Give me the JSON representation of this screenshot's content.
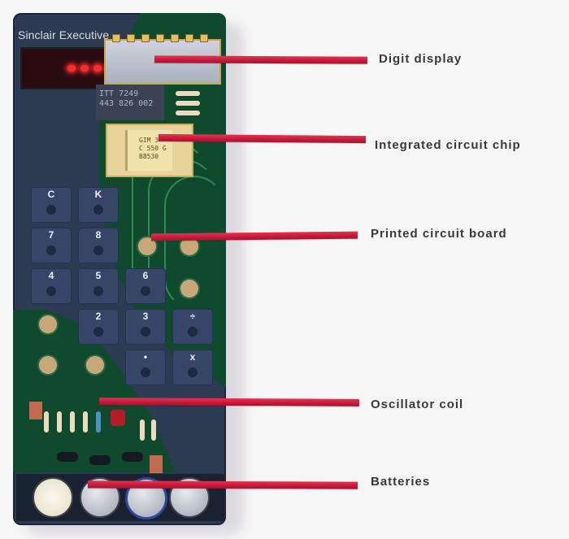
{
  "device": {
    "brand_label": "Sinclair Executive",
    "chip_dark_lines": [
      "ITT 7249",
      "443 826 002"
    ],
    "chip_gold_lines": [
      "GIM 3",
      "C 550 G",
      "B8530"
    ],
    "keys": [
      {
        "label": "C"
      },
      {
        "label": "K"
      },
      {
        "label": "7"
      },
      {
        "label": "8"
      },
      {
        "label": "4"
      },
      {
        "label": "5"
      },
      {
        "label": "6"
      },
      {
        "label": "2"
      },
      {
        "label": "3"
      },
      {
        "label": "÷"
      },
      {
        "label": "•"
      },
      {
        "label": "x"
      }
    ]
  },
  "callouts": [
    {
      "label": "Digit display"
    },
    {
      "label": "Integrated circuit chip"
    },
    {
      "label": "Printed circuit board"
    },
    {
      "label": "Oscillator coil"
    },
    {
      "label": "Batteries"
    }
  ],
  "colors": {
    "ribbon": "#c5193a",
    "casing": "#2c3a52",
    "pcb": "#0f4a2e",
    "label_text": "#3a3838"
  }
}
